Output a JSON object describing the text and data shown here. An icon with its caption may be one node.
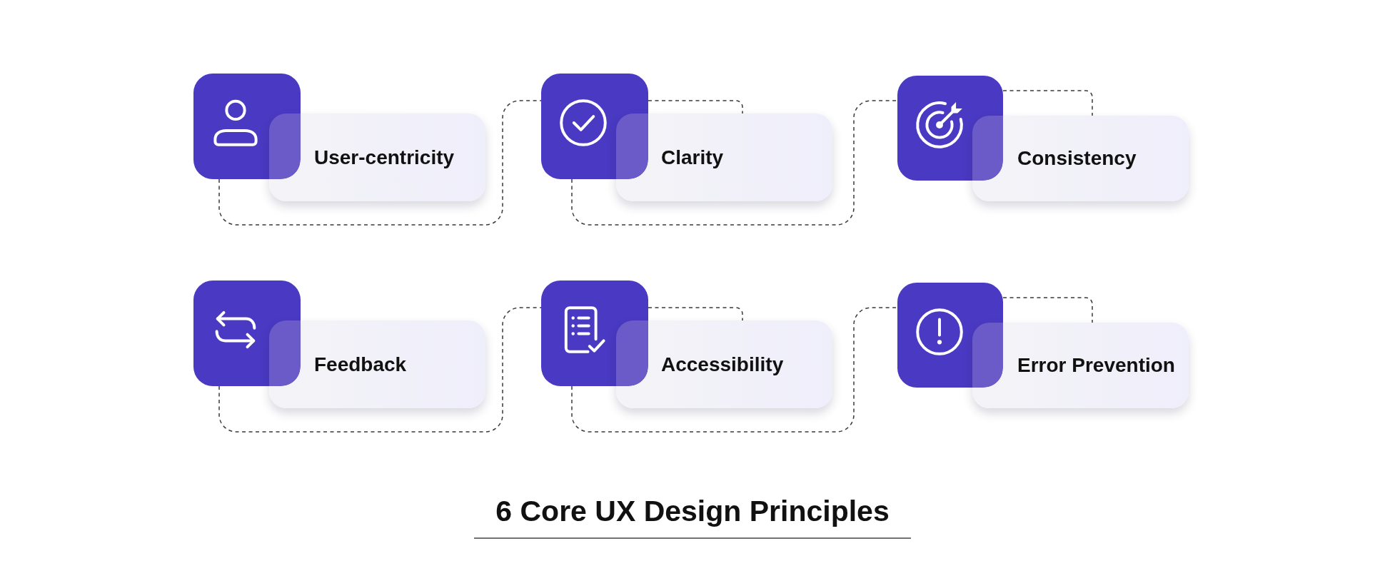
{
  "diagram": {
    "title": "6 Core UX Design Principles",
    "nodes": [
      {
        "text": [],
        "shape": "box"
      },
      {
        "text": [
          "User-centricity"
        ]
      },
      {
        "text": [],
        "shape": "box"
      },
      {
        "text": [
          "Clarity"
        ]
      },
      {
        "text": [],
        "shape": "box"
      },
      {
        "text": [
          "Consistency"
        ]
      },
      {
        "text": [],
        "shape": "box"
      },
      {
        "text": [
          "Feedback"
        ]
      },
      {
        "text": [],
        "shape": "box"
      },
      {
        "text": [
          "Accessibility"
        ]
      },
      {
        "text": [],
        "shape": "box"
      },
      {
        "text": [
          "Error Prevention"
        ]
      }
    ],
    "edges": [
      {
        "from": 0,
        "to": 2,
        "arrow": "none",
        "style": "dashed"
      },
      {
        "from": 2,
        "to": 3,
        "arrow": "none",
        "style": "dashed"
      },
      {
        "from": 2,
        "to": 4,
        "arrow": "none",
        "style": "dashed"
      },
      {
        "from": 4,
        "to": 5,
        "arrow": "none",
        "style": "dashed"
      },
      {
        "from": 6,
        "to": 8,
        "arrow": "none",
        "style": "dashed"
      },
      {
        "from": 8,
        "to": 9,
        "arrow": "none",
        "style": "dashed"
      },
      {
        "from": 8,
        "to": 10,
        "arrow": "none",
        "style": "dashed"
      },
      {
        "from": 10,
        "to": 11,
        "arrow": "none",
        "style": "dashed"
      }
    ]
  }
}
